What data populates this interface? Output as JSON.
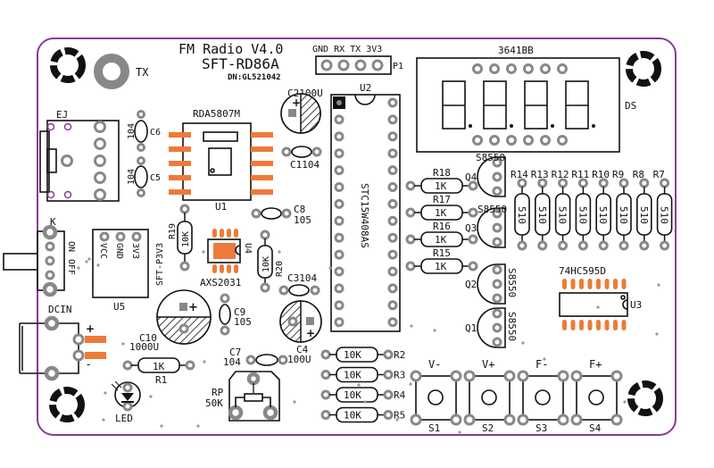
{
  "board": {
    "title": "FM Radio V4.0",
    "model": "SFT-RD86A",
    "dn": "DN:GL521042",
    "colors": {
      "outline": "#8a3a9a",
      "smd_pad": "#ee7a3a",
      "thru_pad": "#888888",
      "silk": "#111111"
    }
  },
  "header_p1": {
    "ref": "P1",
    "pins": [
      "GND",
      "RX",
      "TX",
      "3V3"
    ]
  },
  "antenna": {
    "label": "TX"
  },
  "display": {
    "ref": "DS",
    "part": "3641BB",
    "digits": 4
  },
  "jack": {
    "ref": "EJ"
  },
  "switch_k": {
    "ref": "K",
    "on": "ON",
    "off": "OFF"
  },
  "dcin": {
    "ref": "DCIN",
    "plus": "+",
    "minus": "-"
  },
  "u1": {
    "ref": "U1",
    "part": "RDA5807M"
  },
  "u2": {
    "ref": "U2",
    "part": "STC15W408AS",
    "pins_per_side": 14
  },
  "u3": {
    "ref": "U3",
    "part": "74HC595D"
  },
  "u4": {
    "ref": "U4",
    "part": "AXS2031"
  },
  "u5": {
    "ref": "U5",
    "part": "SFT-P3V3",
    "pins": [
      "VCC",
      "GND",
      "3V3"
    ]
  },
  "capacitors": [
    {
      "ref": "C6",
      "value": "104"
    },
    {
      "ref": "C5",
      "value": "104"
    },
    {
      "ref": "C2",
      "value": "100U"
    },
    {
      "ref": "C1",
      "value": "104"
    },
    {
      "ref": "C8",
      "value": "105"
    },
    {
      "ref": "C3",
      "value": "104"
    },
    {
      "ref": "C9",
      "value": "105"
    },
    {
      "ref": "C10",
      "value": "1000U"
    },
    {
      "ref": "C4",
      "value": "100U"
    },
    {
      "ref": "C7",
      "value": "104"
    }
  ],
  "resistors": {
    "r19": {
      "ref": "R19",
      "value": "10K"
    },
    "r20": {
      "ref": "R20",
      "value": "10K"
    },
    "r1": {
      "ref": "R1",
      "value": "1K"
    },
    "base": [
      {
        "ref": "R18",
        "value": "1K"
      },
      {
        "ref": "R17",
        "value": "1K"
      },
      {
        "ref": "R16",
        "value": "1K"
      },
      {
        "ref": "R15",
        "value": "1K"
      }
    ],
    "pullups": [
      {
        "ref": "R2",
        "value": "10K"
      },
      {
        "ref": "R3",
        "value": "10K"
      },
      {
        "ref": "R4",
        "value": "10K"
      },
      {
        "ref": "R5",
        "value": "10K"
      }
    ],
    "segment": [
      {
        "ref": "R14",
        "value": "510"
      },
      {
        "ref": "R13",
        "value": "510"
      },
      {
        "ref": "R12",
        "value": "510"
      },
      {
        "ref": "R11",
        "value": "510"
      },
      {
        "ref": "R10",
        "value": "510"
      },
      {
        "ref": "R9",
        "value": "510"
      },
      {
        "ref": "R8",
        "value": "510"
      },
      {
        "ref": "R7",
        "value": "510"
      }
    ]
  },
  "transistors": [
    {
      "ref": "Q4",
      "part": "S8550"
    },
    {
      "ref": "Q3",
      "part": "S8550"
    },
    {
      "ref": "Q2",
      "part": "S8550"
    },
    {
      "ref": "Q1",
      "part": "S8550"
    }
  ],
  "pot": {
    "ref": "RP",
    "value": "50K"
  },
  "led": {
    "ref": "LED"
  },
  "buttons": [
    {
      "ref": "S1",
      "label": "V-"
    },
    {
      "ref": "S2",
      "label": "V+"
    },
    {
      "ref": "S3",
      "label": "F-"
    },
    {
      "ref": "S4",
      "label": "F+"
    }
  ]
}
